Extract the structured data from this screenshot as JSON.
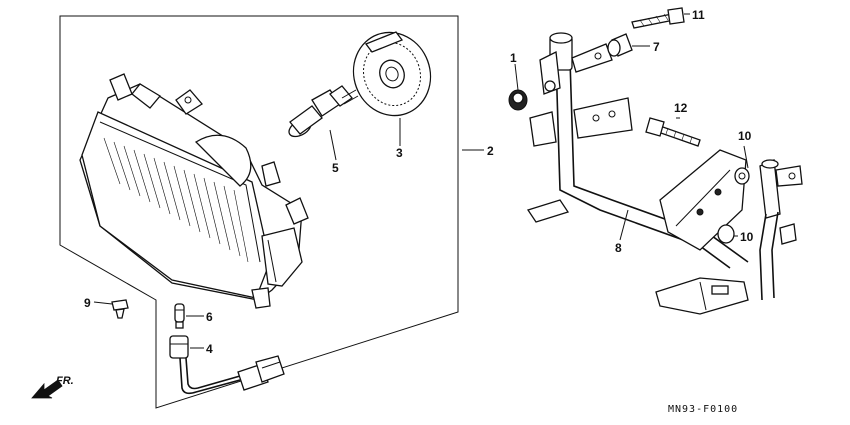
{
  "diagram": {
    "part_labels": [
      "1",
      "2",
      "3",
      "4",
      "5",
      "6",
      "7",
      "8",
      "9",
      "10",
      "10",
      "11",
      "12"
    ],
    "direction_label": "FR.",
    "diagram_code": "MN93-F0100"
  }
}
